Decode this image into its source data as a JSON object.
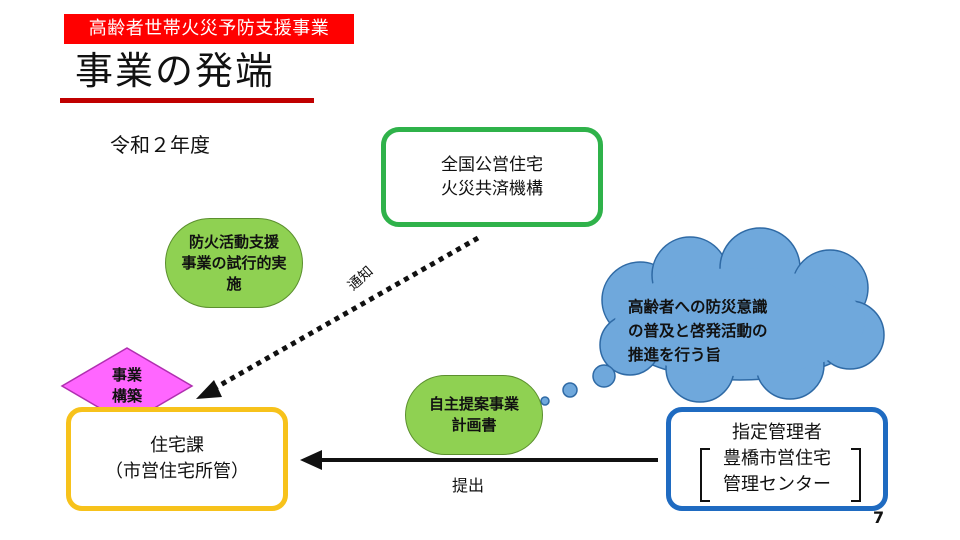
{
  "header": {
    "tag": "高齢者世帯火災予防支援事業",
    "title": "事業の発端"
  },
  "fiscal_year": "令和２年度",
  "nodes": {
    "org": {
      "line1": "全国公営住宅",
      "line2": "火災共済機構"
    },
    "trial": {
      "line1": "防火活動支援",
      "line2": "事業の試行的実",
      "line3": "施"
    },
    "diamond": {
      "line1": "事業",
      "line2": "構築"
    },
    "dept": {
      "line1": "住宅課",
      "line2": "（市営住宅所管）"
    },
    "plan": {
      "line1": "自主提案事業",
      "line2": "計画書"
    },
    "manager": {
      "line1": "指定管理者",
      "line2": "豊橋市営住宅",
      "line3": "管理センター"
    },
    "cloud": {
      "line1": "高齢者への防災意識",
      "line2": "の普及と啓発活動の",
      "line3": "推進を行う旨"
    }
  },
  "edges": {
    "notify": "通知",
    "submit": "提出"
  },
  "page_number": "7",
  "colors": {
    "tag_bg": "#ff0000",
    "title_underline": "#c00000",
    "org_border": "#2fb24a",
    "dept_border": "#f7c21b",
    "manager_border": "#1f6bc1",
    "pill_fill": "#8fd152",
    "diamond_fill": "#ff66ff",
    "cloud_fill": "#6fa8dc"
  }
}
